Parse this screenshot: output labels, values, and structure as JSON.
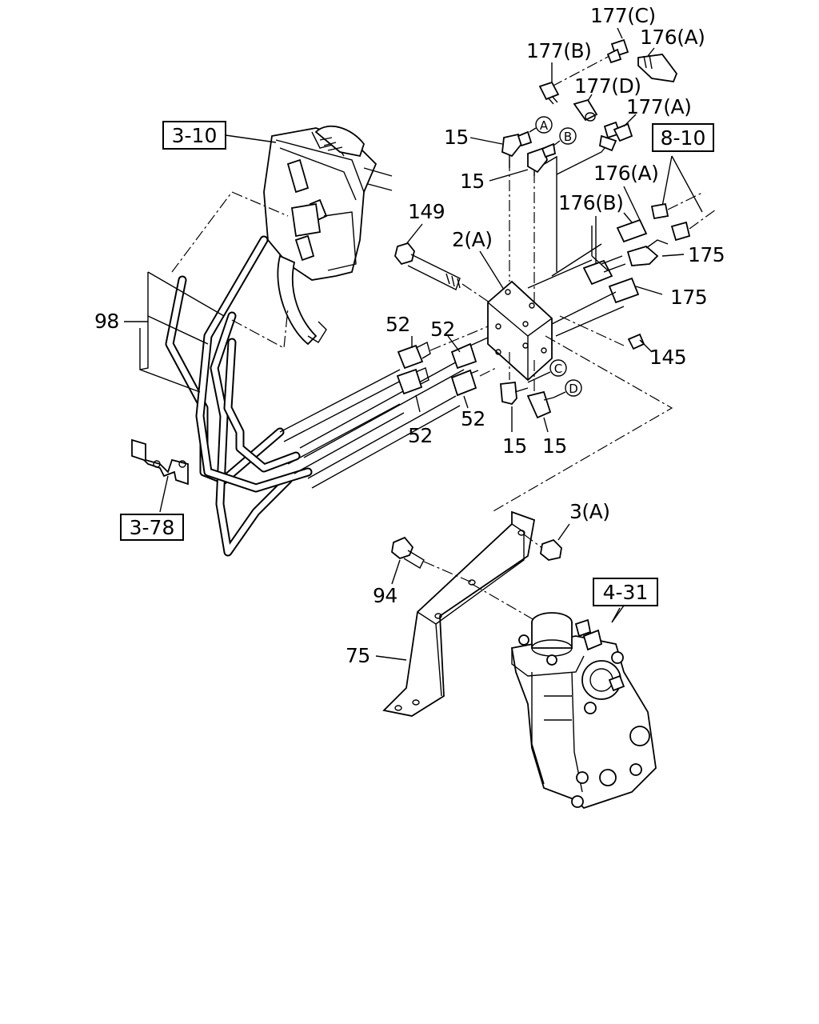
{
  "diagram": {
    "boxed_refs": [
      "3-10",
      "8-10",
      "3-78",
      "4-31"
    ],
    "callouts": {
      "c177C": "177(C)",
      "c176A_top": "176(A)",
      "c177B": "177(B)",
      "c177D": "177(D)",
      "c177A": "177(A)",
      "c15_a": "15",
      "c15_b": "15",
      "c149": "149",
      "c2A": "2(A)",
      "c176A_mid": "176(A)",
      "c176B": "176(B)",
      "c175_a": "175",
      "c175_b": "175",
      "c98": "98",
      "c52_a": "52",
      "c52_b": "52",
      "c52_c": "52",
      "c52_d": "52",
      "c145": "145",
      "c15_c": "15",
      "c15_d": "15",
      "c3A": "3(A)",
      "c94": "94",
      "c75": "75"
    },
    "circled_letters": [
      "A",
      "B",
      "C",
      "D"
    ]
  }
}
